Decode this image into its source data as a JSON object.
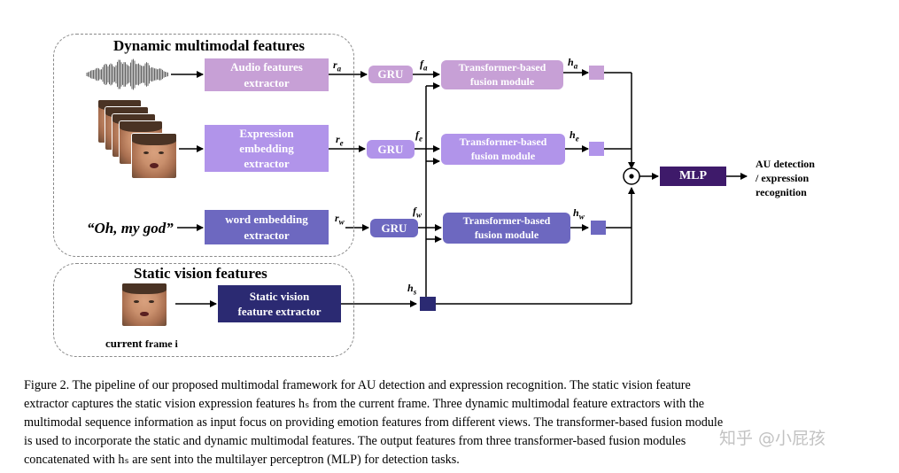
{
  "groups": {
    "dynamic_title": "Dynamic multimodal features",
    "static_title": "Static vision features"
  },
  "inputs": {
    "quote": "“Oh, my god”",
    "current_frame_label_1": "current",
    "current_frame_label_2": "frame i"
  },
  "extractors": {
    "audio": [
      "Audio features",
      "extractor"
    ],
    "expression": [
      "Expression",
      "embedding",
      "extractor"
    ],
    "word": [
      "word embedding",
      "extractor"
    ],
    "static": [
      "Static vision",
      "feature extractor"
    ]
  },
  "gru": {
    "label": "GRU"
  },
  "fusion": {
    "line1": "Transformer-based",
    "line2": "fusion module"
  },
  "mlp": {
    "label": "MLP"
  },
  "output": {
    "line1": "AU detection",
    "line2": "/ expression",
    "line3": "recognition"
  },
  "symbols": {
    "r": "r",
    "f": "f",
    "h": "h",
    "sub_a": "a",
    "sub_e": "e",
    "sub_w": "w",
    "sub_s": "s",
    "concat": "⊙"
  },
  "colors": {
    "audio": "#c7a0d6",
    "expression": "#b194ea",
    "word": "#6d68c0",
    "static": "#2b2a72",
    "mlp": "#3e1a6a"
  },
  "caption": {
    "lines": [
      "Figure 2.  The pipeline of our proposed multimodal framework for AU detection and expression recognition.  The static vision feature",
      "extractor captures the static vision expression features hₛ from the current frame.  Three dynamic multimodal feature extractors with the",
      "multimodal sequence information as input focus on providing emotion features from different views. The transformer-based fusion module",
      "is used to incorporate the static and dynamic multimodal features.  The output features from three transformer-based fusion modules",
      "concatenated with hₛ are sent into the multilayer perceptron (MLP) for detection tasks."
    ]
  },
  "watermark": "知乎 @小屁孩"
}
